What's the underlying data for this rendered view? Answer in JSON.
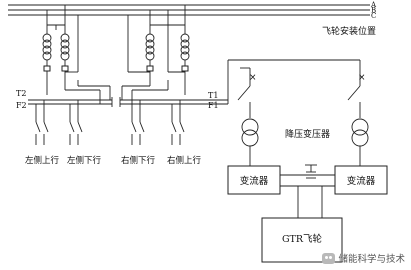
{
  "bus_labels": {
    "a": "A",
    "b": "B",
    "c": "C"
  },
  "flywheel_location_label": "飞轮安装位置",
  "section_labels": {
    "t2": "T2",
    "f2": "F2",
    "t1": "T1",
    "f1": "F1"
  },
  "feeder_labels": [
    "左侧上行",
    "左侧下行",
    "右侧下行",
    "右侧上行"
  ],
  "step_down_transformer_label": "降压变压器",
  "converter_label_left": "变流器",
  "converter_label_right": "变流器",
  "flywheel_label": "GTR飞轮",
  "watermark": {
    "text": "储能科学与技术",
    "icon": "wechat-icon"
  },
  "colors": {
    "line": "#222222",
    "background": "#ffffff"
  }
}
